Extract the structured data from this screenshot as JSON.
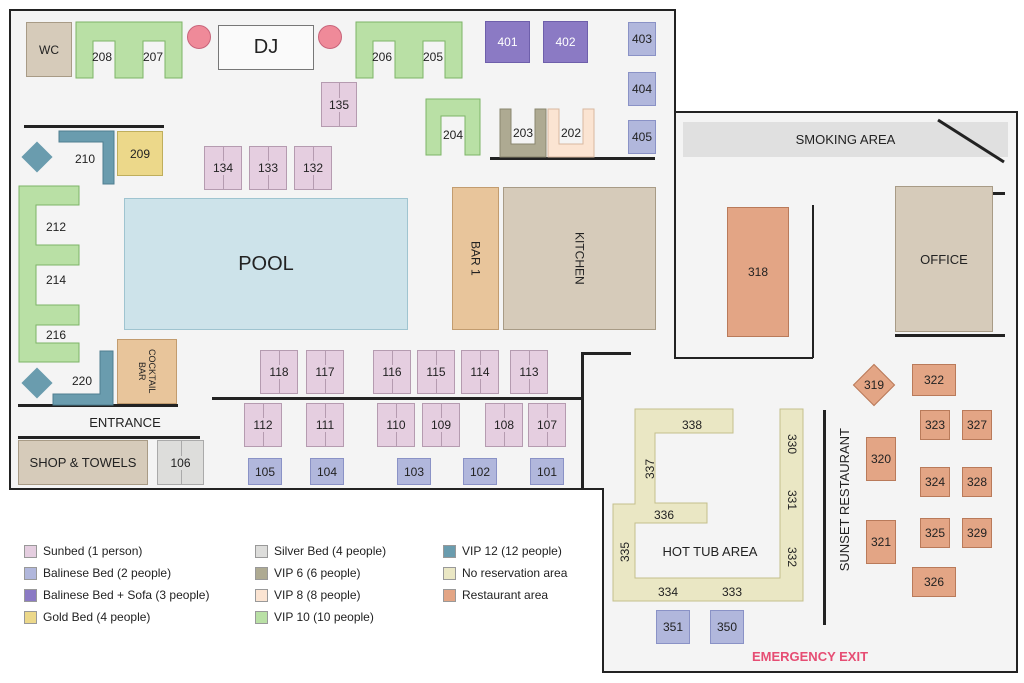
{
  "areas": {
    "wc": "WC",
    "dj": "DJ",
    "pool": "POOL",
    "bar1": "BAR 1",
    "kitchen": "KITCHEN",
    "cocktail_bar": "COCKTAIL BAR",
    "entrance": "ENTRANCE",
    "shop": "SHOP & TOWELS",
    "smoking": "SMOKING AREA",
    "office": "OFFICE",
    "sunset": "SUNSET RESTAURANT",
    "hot_tub": "HOT TUB AREA",
    "emergency": "EMERGENCY EXIT"
  },
  "spots": {
    "s101": "101",
    "s102": "102",
    "s103": "103",
    "s104": "104",
    "s105": "105",
    "s106": "106",
    "s107": "107",
    "s108": "108",
    "s109": "109",
    "s110": "110",
    "s111": "111",
    "s112": "112",
    "s113": "113",
    "s114": "114",
    "s115": "115",
    "s116": "116",
    "s117": "117",
    "s118": "118",
    "s132": "132",
    "s133": "133",
    "s134": "134",
    "s135": "135",
    "s202": "202",
    "s203": "203",
    "s204": "204",
    "s205": "205",
    "s206": "206",
    "s207": "207",
    "s208": "208",
    "s209": "209",
    "s210": "210",
    "s212": "212",
    "s214": "214",
    "s216": "216",
    "s220": "220",
    "s318": "318",
    "s319": "319",
    "s320": "320",
    "s321": "321",
    "s322": "322",
    "s323": "323",
    "s324": "324",
    "s325": "325",
    "s326": "326",
    "s327": "327",
    "s328": "328",
    "s329": "329",
    "s330": "330",
    "s331": "331",
    "s332": "332",
    "s333": "333",
    "s334": "334",
    "s335": "335",
    "s336": "336",
    "s337": "337",
    "s338": "338",
    "s350": "350",
    "s351": "351",
    "s401": "401",
    "s402": "402",
    "s403": "403",
    "s404": "404",
    "s405": "405"
  },
  "legend": [
    {
      "label": "Sunbed (1 person)",
      "color": "#e5cee0"
    },
    {
      "label": "Balinese Bed (2 people)",
      "color": "#b1b7dc"
    },
    {
      "label": "Balinese Bed + Sofa (3 people)",
      "color": "#8b7ac4"
    },
    {
      "label": "Gold Bed (4 people)",
      "color": "#ecd88a"
    },
    {
      "label": "Silver Bed (4 people)",
      "color": "#dddddb"
    },
    {
      "label": "VIP 6 (6 people)",
      "color": "#aeaa92"
    },
    {
      "label": "VIP 8 (8 people)",
      "color": "#fbe4d2"
    },
    {
      "label": "VIP 10 (10 people)",
      "color": "#b9e0a5"
    },
    {
      "label": "VIP 12 (12 people)",
      "color": "#6a9cae"
    },
    {
      "label": "No reservation area",
      "color": "#eae7c4"
    },
    {
      "label": "Restaurant area",
      "color": "#e3a585"
    }
  ]
}
